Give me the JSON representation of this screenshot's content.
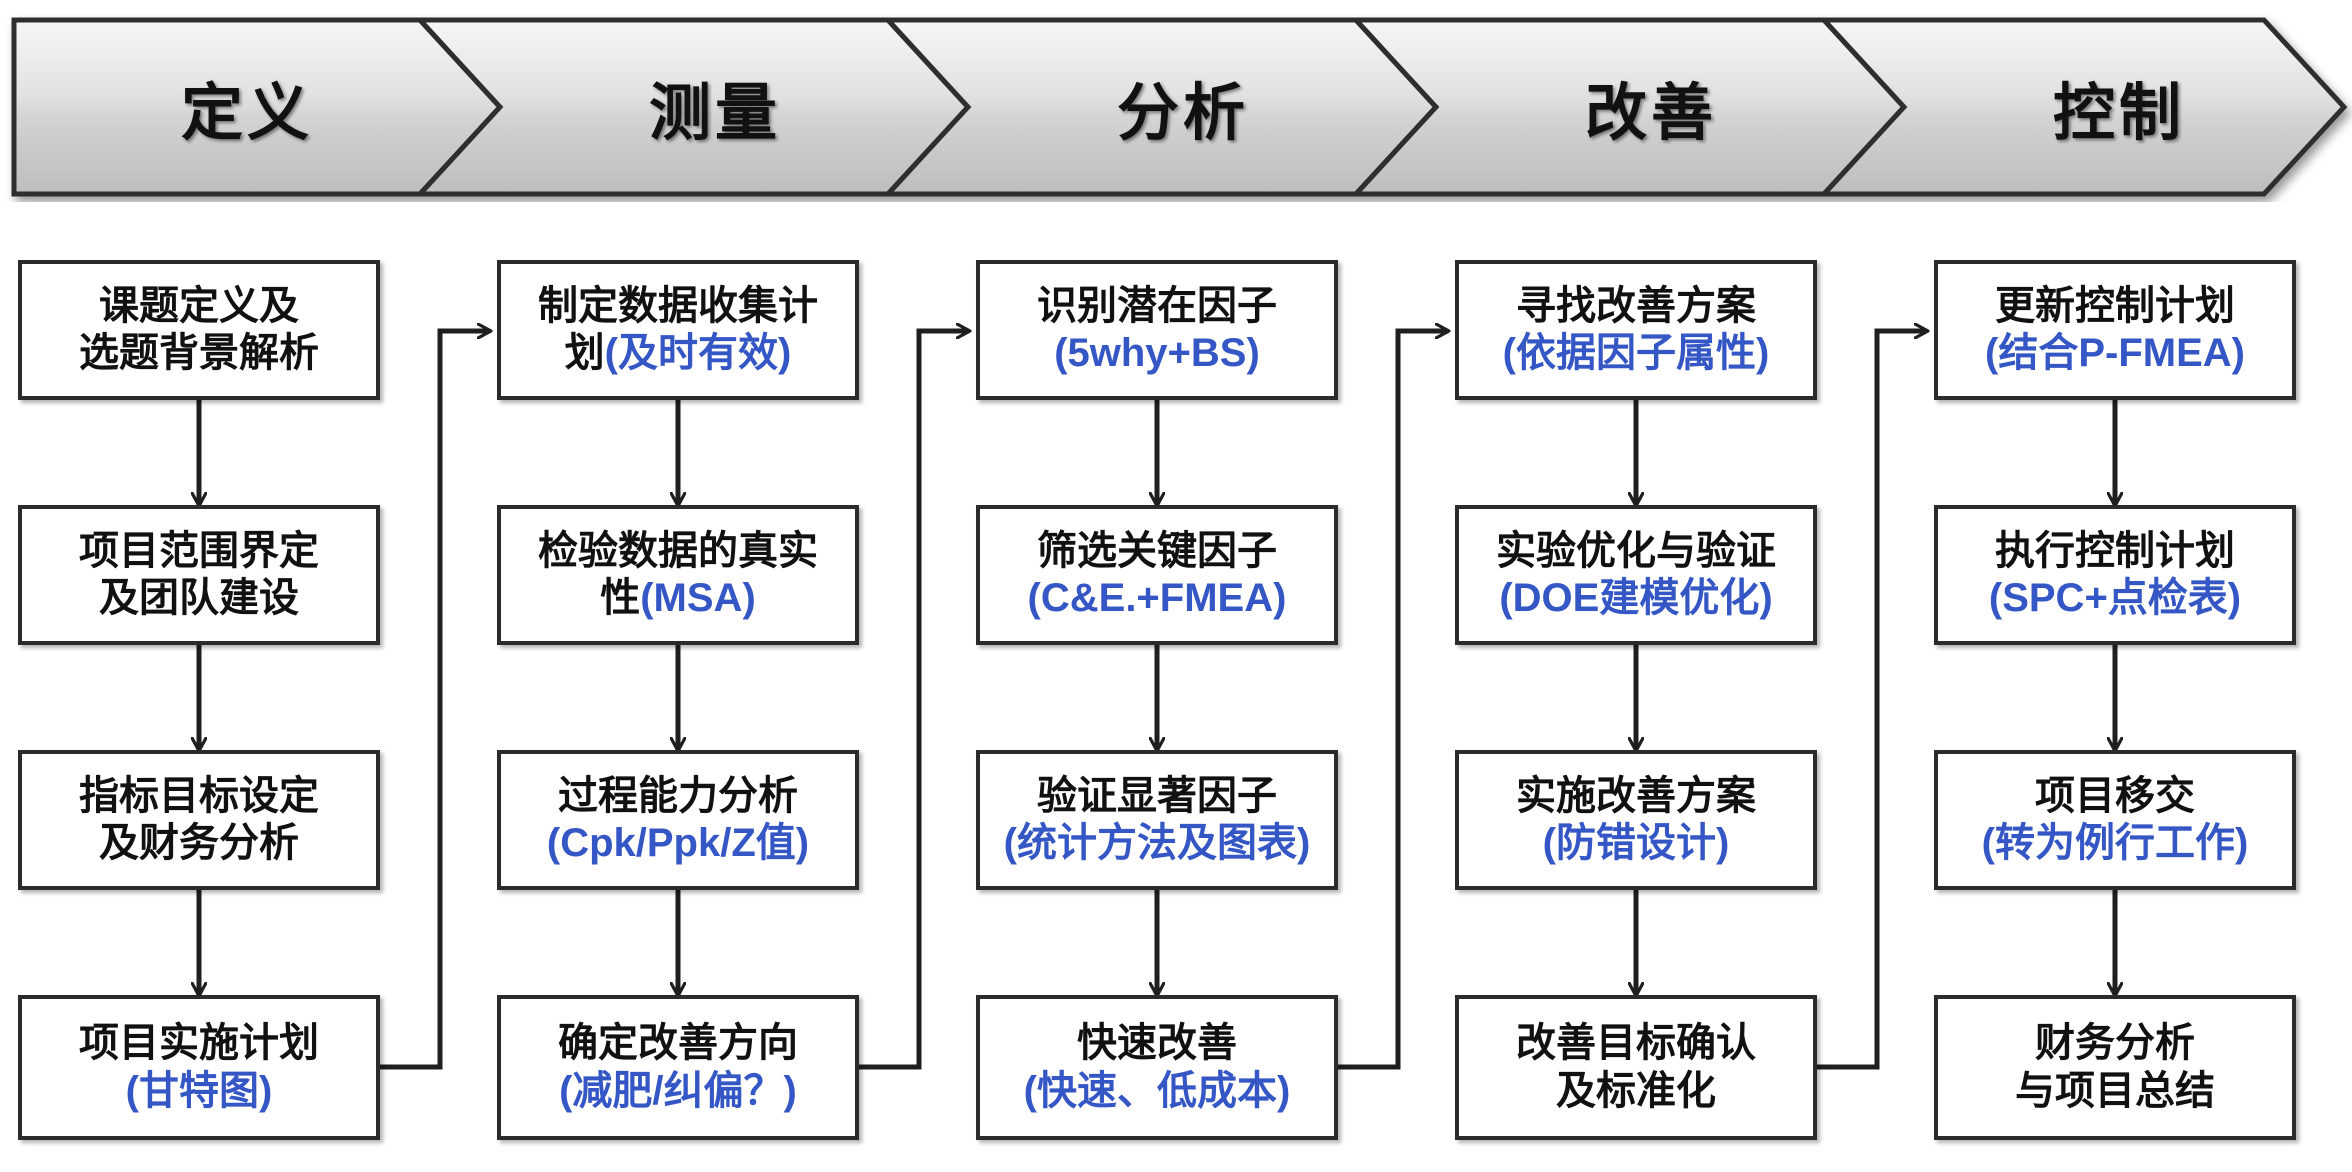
{
  "banner": {
    "phases": [
      {
        "label": "定义"
      },
      {
        "label": "测量"
      },
      {
        "label": "分析"
      },
      {
        "label": "改善"
      },
      {
        "label": "控制"
      }
    ]
  },
  "colors": {
    "primary_text": "#111111",
    "accent_text": "#3457c5",
    "box_border": "#2b2b2b",
    "banner_fill_top": "#f2f2f2",
    "banner_fill_bottom": "#bfbfbf"
  },
  "columns": [
    {
      "phase": "定义",
      "nodes": [
        {
          "line1": "课题定义及",
          "line2": "选题背景解析",
          "line1_color": "black",
          "line2_color": "black"
        },
        {
          "line1": "项目范围界定",
          "line2": "及团队建设",
          "line1_color": "black",
          "line2_color": "black"
        },
        {
          "line1": "指标目标设定",
          "line2": "及财务分析",
          "line1_color": "black",
          "line2_color": "black"
        },
        {
          "line1": "项目实施计划",
          "line2": "(甘特图)",
          "line1_color": "black",
          "line2_color": "blue"
        }
      ]
    },
    {
      "phase": "测量",
      "nodes": [
        {
          "line1": "制定数据收集计",
          "line2_black": "划",
          "line2_blue": "(及时有效)",
          "line1_color": "black",
          "line2_color": "mixed"
        },
        {
          "line1": "检验数据的真实",
          "line2_black": "性",
          "line2_blue": "(MSA)",
          "line1_color": "black",
          "line2_color": "mixed"
        },
        {
          "line1": "过程能力分析",
          "line2": "(Cpk/Ppk/Z值)",
          "line1_color": "black",
          "line2_color": "blue"
        },
        {
          "line1": "确定改善方向",
          "line2": "(减肥/纠偏？)",
          "line1_color": "black",
          "line2_color": "blue"
        }
      ]
    },
    {
      "phase": "分析",
      "nodes": [
        {
          "line1": "识别潜在因子",
          "line2": "(5why+BS)",
          "line1_color": "black",
          "line2_color": "blue"
        },
        {
          "line1": "筛选关键因子",
          "line2": "(C&E.+FMEA)",
          "line1_color": "black",
          "line2_color": "blue"
        },
        {
          "line1": "验证显著因子",
          "line2": "(统计方法及图表)",
          "line1_color": "black",
          "line2_color": "blue"
        },
        {
          "line1": "快速改善",
          "line2": "(快速、低成本)",
          "line1_color": "black",
          "line2_color": "blue"
        }
      ]
    },
    {
      "phase": "改善",
      "nodes": [
        {
          "line1": "寻找改善方案",
          "line2": "(依据因子属性)",
          "line1_color": "black",
          "line2_color": "blue"
        },
        {
          "line1": "实验优化与验证",
          "line2": "(DOE建模优化)",
          "line1_color": "black",
          "line2_color": "blue"
        },
        {
          "line1": "实施改善方案",
          "line2": "(防错设计)",
          "line1_color": "black",
          "line2_color": "blue"
        },
        {
          "line1": "改善目标确认",
          "line2": "及标准化",
          "line1_color": "black",
          "line2_color": "black"
        }
      ]
    },
    {
      "phase": "控制",
      "nodes": [
        {
          "line1": "更新控制计划",
          "line2": "(结合P-FMEA)",
          "line1_color": "black",
          "line2_color": "blue"
        },
        {
          "line1": "执行控制计划",
          "line2": "(SPC+点检表)",
          "line1_color": "black",
          "line2_color": "blue"
        },
        {
          "line1": "项目移交",
          "line2": "(转为例行工作)",
          "line1_color": "black",
          "line2_color": "blue"
        },
        {
          "line1": "财务分析",
          "line2": "与项目总结",
          "line1_color": "black",
          "line2_color": "black"
        }
      ]
    }
  ]
}
